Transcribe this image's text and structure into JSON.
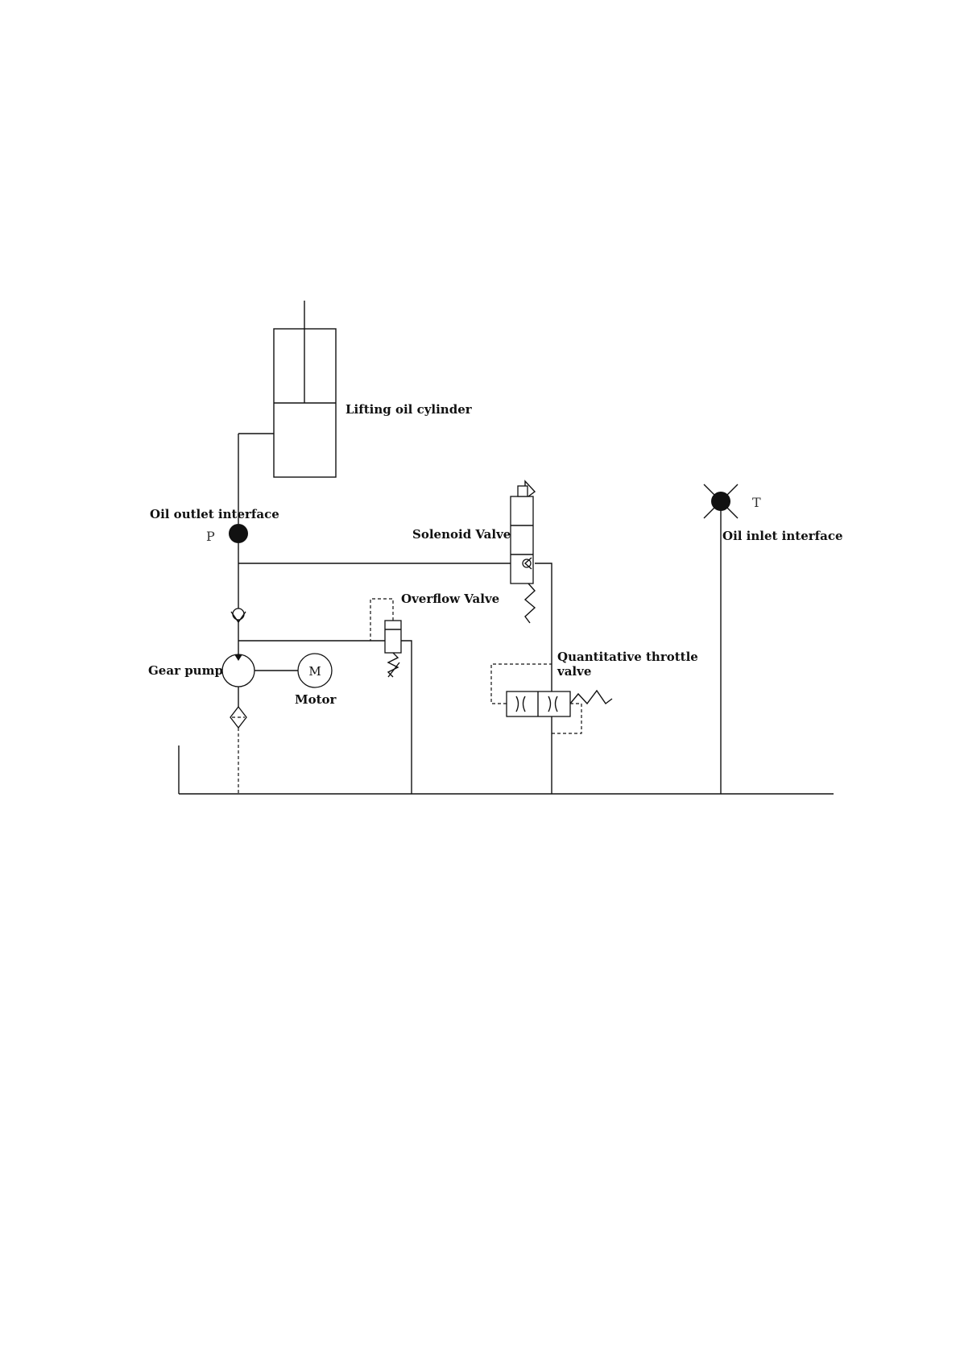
{
  "labels": {
    "lifting_cylinder": "Lifting oil cylinder",
    "oil_outlet": "Oil outlet interface",
    "port_p": "P",
    "solenoid_valve": "Solenoid Valve",
    "oil_inlet": "Oil inlet interface",
    "port_t": "T",
    "overflow_valve": "Overflow Valve",
    "gear_pump": "Gear pump",
    "motor_symbol": "M",
    "motor": "Motor",
    "throttle_line1": "Quantitative throttle",
    "throttle_line2": "valve"
  }
}
